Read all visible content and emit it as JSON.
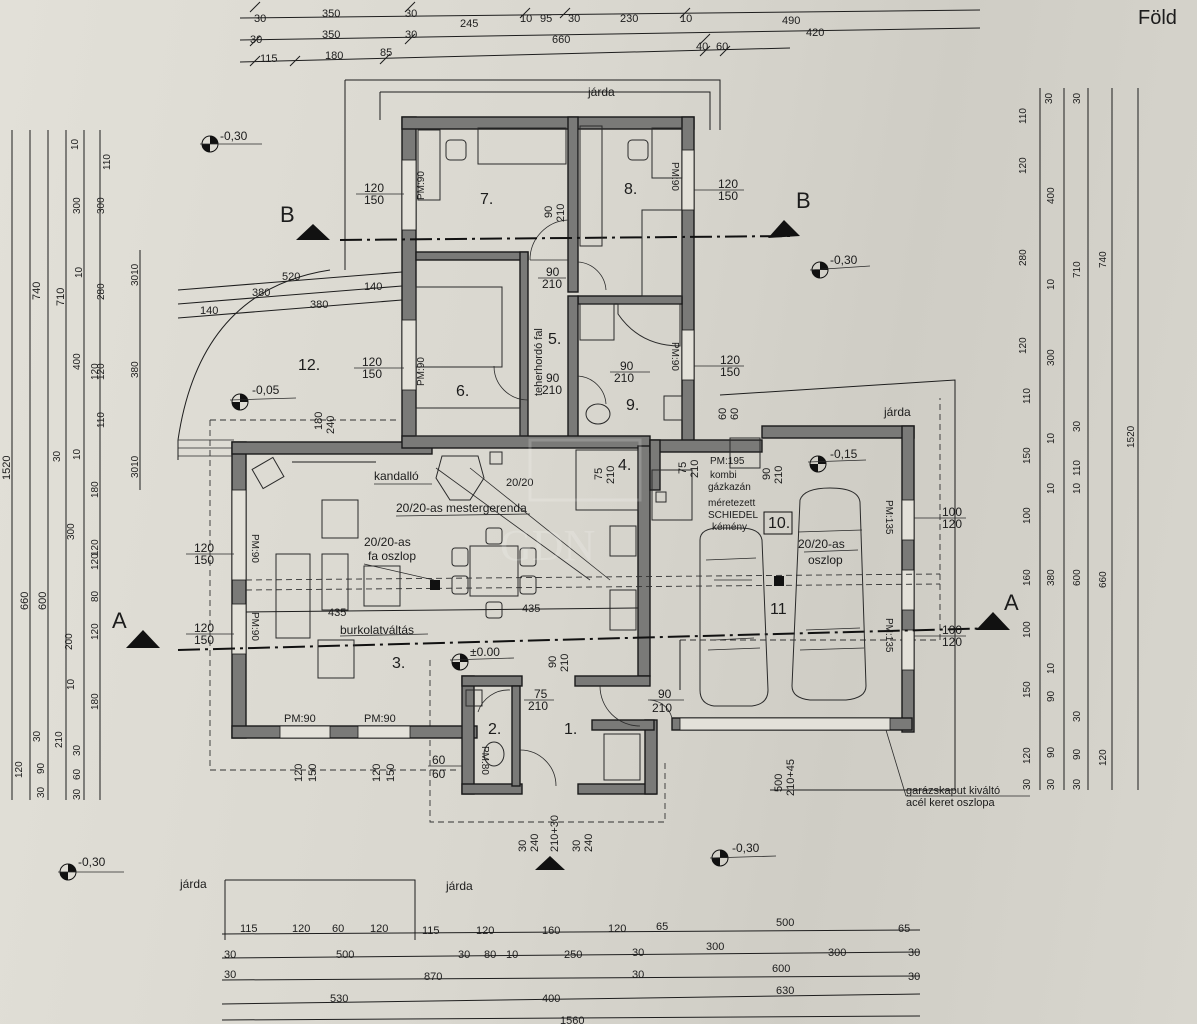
{
  "sheet": {
    "title_fragment": "Föld",
    "watermark": "GDN",
    "colors": {
      "paper": "#dcdad2",
      "ink": "#1c1c1c",
      "wall_fill": "#7a7a78"
    }
  },
  "rooms": [
    {
      "id": "1",
      "label": "1."
    },
    {
      "id": "2",
      "label": "2."
    },
    {
      "id": "3",
      "label": "3."
    },
    {
      "id": "4",
      "label": "4."
    },
    {
      "id": "5",
      "label": "5."
    },
    {
      "id": "6",
      "label": "6."
    },
    {
      "id": "7",
      "label": "7."
    },
    {
      "id": "8",
      "label": "8."
    },
    {
      "id": "9",
      "label": "9."
    },
    {
      "id": "10",
      "label": "10."
    },
    {
      "id": "11",
      "label": "11"
    },
    {
      "id": "12",
      "label": "12."
    }
  ],
  "annotations": {
    "jarda": "járda",
    "kandallo": "kandalló",
    "mestergerenda": "20/20-as mestergerenda",
    "fa_oszlop_1": "20/20-as",
    "fa_oszlop_2": "fa oszlop",
    "oszlop_1": "20/20-as",
    "oszlop_2": "oszlop",
    "burkolatvaltas": "burkolatváltás",
    "teherhordo_fal": "teherhordó fal",
    "kombi_1": "kombi",
    "kombi_2": "gázkazán",
    "schiedel_1": "méretezett",
    "schiedel_2": "SCHIEDEL",
    "schiedel_3": "kémény",
    "garazskapu_1": "garázskaput kiváltó",
    "garazskapu_2": "acél keret oszlopa",
    "pm_90": "PM:90",
    "pm_135": "PM:135",
    "pm_195": "PM:195",
    "pm_80": "PM:80",
    "size_20_20": "20/20"
  },
  "levels": {
    "minus_030": "-0,30",
    "minus_005": "-0,05",
    "minus_015": "-0,15",
    "zero": "±0.00"
  },
  "sections": {
    "a": "A",
    "b": "B"
  },
  "door_window_marks": {
    "d_90_210": [
      "90",
      "210"
    ],
    "d_75_210": [
      "75",
      "210"
    ],
    "w_120_150": [
      "120",
      "150"
    ],
    "w_100_120": [
      "100",
      "120"
    ],
    "w_60_60": [
      "60",
      "60"
    ],
    "w_500_210": [
      "500",
      "210+45"
    ],
    "stair_30_210": [
      "30",
      "240",
      "210+30",
      "30",
      "240"
    ]
  },
  "dims_top": {
    "row1": [
      "30",
      "350",
      "30",
      "245",
      "10",
      "95",
      "30",
      "230",
      "10",
      "490"
    ],
    "row2": [
      "30",
      "350",
      "30",
      "660",
      "420"
    ],
    "row3": [
      "115",
      "180",
      "85",
      "40",
      "60"
    ]
  },
  "dims_bottom": {
    "row1": [
      "115",
      "120",
      "60",
      "120",
      "115",
      "120",
      "160",
      "120",
      "65",
      "500",
      "65"
    ],
    "row2": [
      "30",
      "500",
      "30",
      "80",
      "10",
      "250",
      "30",
      "300",
      "300",
      "30"
    ],
    "row3": [
      "30",
      "870",
      "30",
      "600",
      "30"
    ],
    "row4": [
      "530",
      "400",
      "630"
    ],
    "row5": [
      "1560"
    ]
  },
  "dims_left": {
    "col1": [
      "1520"
    ],
    "col2": [
      "740",
      "660"
    ],
    "col3": [
      "710",
      "600"
    ],
    "col4": [
      "10",
      "300",
      "10",
      "400",
      "120",
      "30",
      "300",
      "120",
      "10",
      "200",
      "10"
    ],
    "col5": [
      "110",
      "300",
      "280",
      "120",
      "110",
      "180",
      "120",
      "80",
      "120",
      "180",
      "30",
      "120",
      "90",
      "30",
      "210",
      "30",
      "60",
      "30"
    ],
    "col6": [
      "3010",
      "380",
      "3010"
    ],
    "inner": [
      "520",
      "380",
      "140",
      "140",
      "380",
      "435",
      "435",
      "180",
      "240"
    ]
  },
  "dims_right": {
    "col1": [
      "110",
      "120",
      "280",
      "120",
      "110",
      "150",
      "100",
      "160",
      "100",
      "150",
      "120",
      "30"
    ],
    "col2": [
      "30",
      "400",
      "10",
      "300",
      "10",
      "10",
      "380",
      "10",
      "90",
      "90",
      "30"
    ],
    "col3": [
      "30",
      "710",
      "30",
      "110",
      "10",
      "600",
      "30",
      "90",
      "30"
    ],
    "col4": [
      "740",
      "660",
      "120"
    ],
    "col5": [
      "1520"
    ]
  }
}
